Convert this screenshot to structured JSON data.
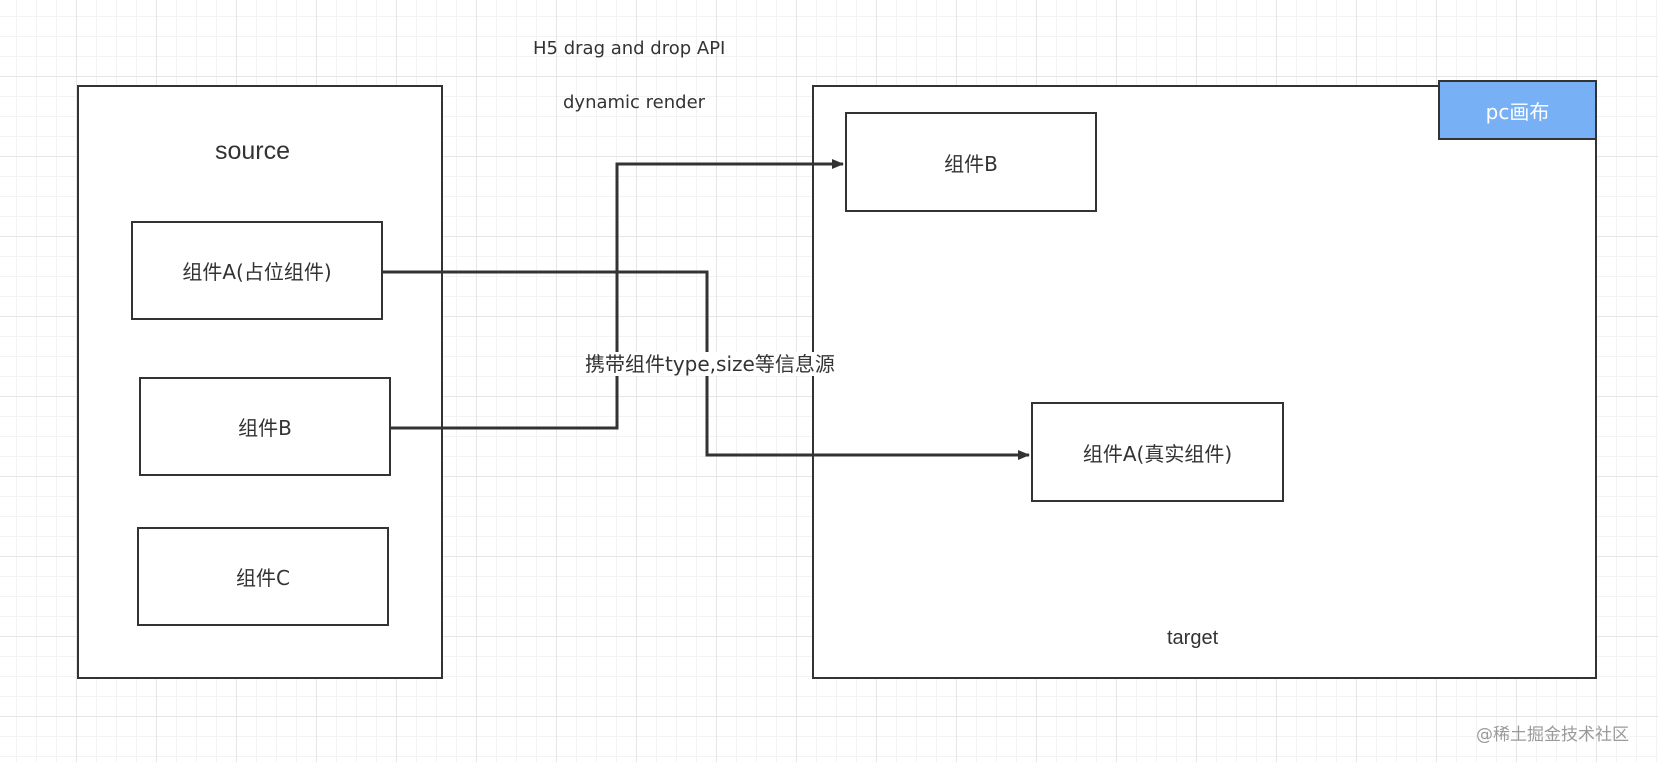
{
  "header": {
    "api_label": "H5 drag and drop API",
    "render_label": "dynamic render"
  },
  "source_panel": {
    "title": "source",
    "items": [
      {
        "label": "组件A(占位组件)"
      },
      {
        "label": "组件B"
      },
      {
        "label": "组件C"
      }
    ]
  },
  "target_panel": {
    "badge": "pc画布",
    "footer": "target",
    "items": [
      {
        "label": "组件B"
      },
      {
        "label": "组件A(真实组件)"
      }
    ]
  },
  "connector_label": "携带组件type,size等信息源",
  "watermark": "@稀土掘金技术社区",
  "colors": {
    "stroke": "#333333",
    "badge_fill": "#78b0f5",
    "badge_text": "#ffffff",
    "grid": "#e6e6e6"
  }
}
